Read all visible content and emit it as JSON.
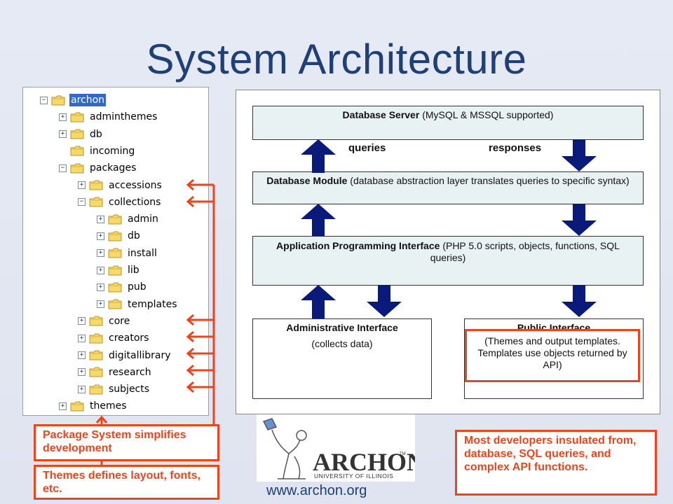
{
  "title": "System Architecture",
  "tree": {
    "items": [
      {
        "label": "archon",
        "expander": "−",
        "level": 0,
        "selected": true
      },
      {
        "label": "adminthemes",
        "expander": "+",
        "level": 1
      },
      {
        "label": "db",
        "expander": "+",
        "level": 1
      },
      {
        "label": "incoming",
        "expander": "",
        "level": 1
      },
      {
        "label": "packages",
        "expander": "−",
        "level": 1
      },
      {
        "label": "accessions",
        "expander": "+",
        "level": 2
      },
      {
        "label": "collections",
        "expander": "−",
        "level": 2
      },
      {
        "label": "admin",
        "expander": "+",
        "level": 3
      },
      {
        "label": "db",
        "expander": "+",
        "level": 3
      },
      {
        "label": "install",
        "expander": "+",
        "level": 3
      },
      {
        "label": "lib",
        "expander": "+",
        "level": 3
      },
      {
        "label": "pub",
        "expander": "+",
        "level": 3
      },
      {
        "label": "templates",
        "expander": "+",
        "level": 3
      },
      {
        "label": "core",
        "expander": "+",
        "level": 2
      },
      {
        "label": "creators",
        "expander": "+",
        "level": 2
      },
      {
        "label": "digitallibrary",
        "expander": "+",
        "level": 2
      },
      {
        "label": "research",
        "expander": "+",
        "level": 2
      },
      {
        "label": "subjects",
        "expander": "+",
        "level": 2
      },
      {
        "label": "themes",
        "expander": "+",
        "level": 1
      }
    ]
  },
  "diagram": {
    "db_server_bold": "Database Server",
    "db_server_rest": "(MySQL & MSSQL supported)",
    "queries": "queries",
    "responses": "responses",
    "db_module_bold": "Database Module",
    "db_module_rest": "(database abstraction layer translates queries to specific syntax)",
    "api_bold": "Application Programming Interface",
    "api_rest": "(PHP 5.0 scripts, objects, functions, SQL queries)",
    "admin_title": "Administrative Interface",
    "admin_desc": "(collects data)",
    "public_title": "Public Interface",
    "public_desc": "(Themes and output templates.  Templates use objects returned by API)"
  },
  "callouts": {
    "package": "Package System simplifies development",
    "themes": "Themes defines layout, fonts, etc.",
    "developers": "Most developers insulated from, database, SQL queries, and complex API functions."
  },
  "logo": {
    "name": "ARCHON",
    "tm": "TM",
    "sub": "UNIVERSITY OF ILLINOIS"
  },
  "url": "www.archon.org",
  "colors": {
    "title": "#1f3f77",
    "callout": "#e8461e",
    "arrow": "#0a1a7a",
    "box_fill": "#e8f2f2"
  }
}
